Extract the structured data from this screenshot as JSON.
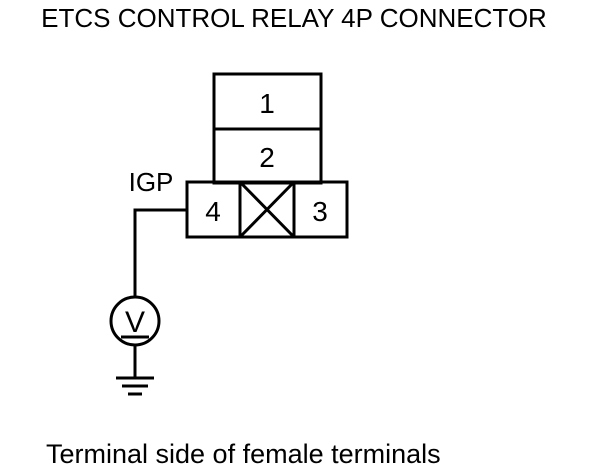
{
  "title": "ETCS CONTROL RELAY 4P CONNECTOR",
  "connector": {
    "terminals": [
      "1",
      "2",
      "3",
      "4"
    ],
    "wire_label": "IGP"
  },
  "meter_symbol": "V",
  "caption": "Terminal side of female terminals",
  "colors": {
    "line": "#000000",
    "background": "#ffffff"
  },
  "icons": [
    "voltmeter-icon",
    "ground-icon",
    "blank-cavity-icon"
  ]
}
